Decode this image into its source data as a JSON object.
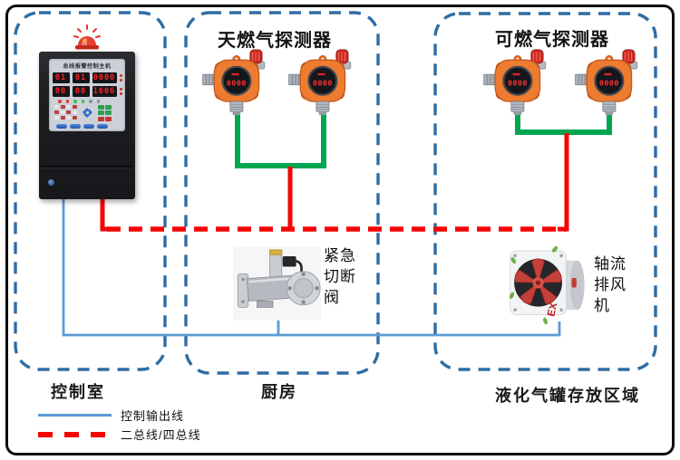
{
  "zones": {
    "control_room": {
      "label": "控制室"
    },
    "kitchen": {
      "label": "厨房",
      "title": "天燃气探测器"
    },
    "lpg_storage": {
      "label": "液化气罐存放区域",
      "title": "可燃气探测器"
    }
  },
  "control_panel": {
    "title": "总线报警控制主机",
    "leds_row1": [
      "01",
      "01",
      "0000"
    ],
    "leds_row2": [
      "00",
      "00",
      "1606"
    ]
  },
  "devices": {
    "detector_display": "0000",
    "valve_label": [
      "紧急",
      "切断",
      "阀"
    ],
    "fan_label": [
      "轴流",
      "排风",
      "机"
    ],
    "fan_ex": "EX"
  },
  "legend": [
    {
      "label": "控制输出线",
      "style": "solid",
      "color": "#5B9BD5"
    },
    {
      "label": "二总线/四总线",
      "style": "dashed",
      "color": "#FF0000"
    }
  ],
  "colors": {
    "zone_border": "#2E6DA4",
    "bus_line": "#FF0000",
    "detector_link": "#00A650",
    "control_line": "#5B9BD5"
  }
}
